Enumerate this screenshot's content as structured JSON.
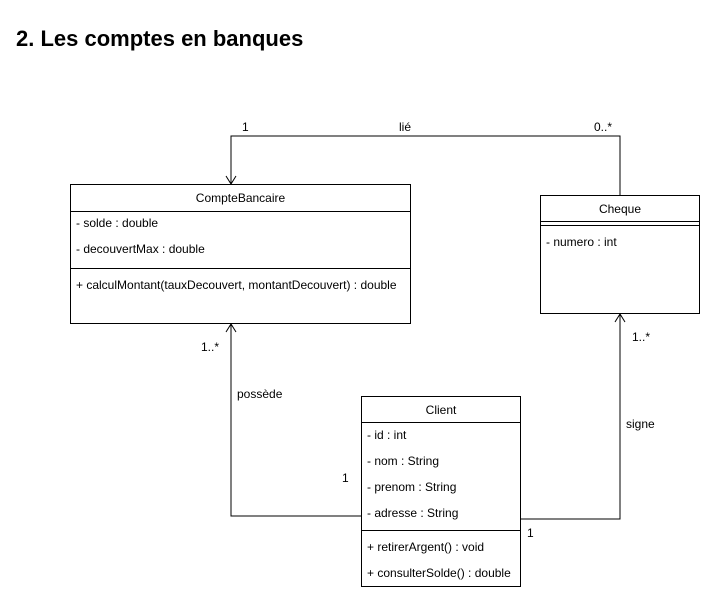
{
  "title": "2. Les comptes en banques",
  "classes": {
    "compte": {
      "name": "CompteBancaire",
      "attributes": [
        "- solde : double",
        "- decouvertMax : double"
      ],
      "methods": [
        "+ calculMontant(tauxDecouvert, montantDecouvert) : double"
      ]
    },
    "cheque": {
      "name": "Cheque",
      "attributes": [
        "- numero : int"
      ],
      "methods": []
    },
    "client": {
      "name": "Client",
      "attributes": [
        "- id : int",
        "- nom : String",
        "- prenom : String",
        "- adresse : String"
      ],
      "methods": [
        "+ retirerArgent() : void",
        "+ consulterSolde() : double"
      ]
    }
  },
  "associations": {
    "lie": {
      "label": "lié",
      "mult_compte": "1",
      "mult_cheque": "0..*"
    },
    "possede": {
      "label": "possède",
      "mult_compte": "1..*",
      "mult_client": "1"
    },
    "signe": {
      "label": "signe",
      "mult_cheque": "1..*",
      "mult_client": "1"
    }
  }
}
